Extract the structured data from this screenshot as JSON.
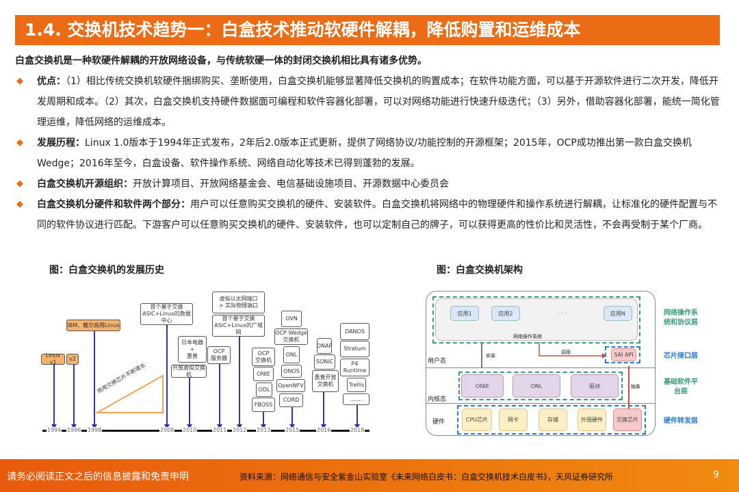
{
  "title": "1.4. 交换机技术趋势一：白盒技术推动软硬件解耦，降低购置和运维成本",
  "intro": "白盒交换机是一种软硬件解耦的开放网络设备，与传统软硬一体的封闭交换机相比具有诸多优势。",
  "bullets": [
    {
      "label": "优点：",
      "text": "（1）相比传统交换机软硬件捆绑购买、垄断使用，白盒交换机能够显著降低交换机的购置成本；在软件功能方面，可以基于开源软件进行二次开发，降低开发周期和成本。（2）其次，白盒交换机支持硬件数据面可编程和软件容器化部署，可以对网络功能进行快速升级迭代；（3）另外，借助容器化部署，能统一简化管理运维，降低网络的运维成本。"
    },
    {
      "label": "发展历程：",
      "text": "Linux 1.0版本于1994年正式发布，2年后2.0版本正式更新，提供了网络协议/功能控制的开源框架；2015年，OCP成功推出第一款白盒交换机Wedge；2016年至今，白盒设备、软件操作系统、网络自动化等技术已得到蓬勃的发展。"
    },
    {
      "label": "白盒交换机开源组织：",
      "text": "开放计算项目、开放网络基金会、电信基础设施项目、开源数据中心委员会"
    },
    {
      "label": "白盒交换机分硬件和软件两个部分：",
      "text": "用户可以任意购买交换机的硬件、安装软件。白盒交换机将网络中的物理硬件和操作系统进行解耦，让标准化的硬件配置与不同的软件协议进行匹配。下游客户可以任意购买交换机的硬件、安装软件，也可以定制自己的牌子，可以获得更高的性价比和灵活性，不会再受制于某个厂商。"
    }
  ],
  "fig1": {
    "caption": "图：白盒交换机的发展历史",
    "years": [
      "1994",
      "1996",
      "1998",
      "2008",
      "2010",
      "2011",
      "2012",
      "2013",
      "2015",
      "2016",
      "2018"
    ],
    "boxes": [
      "Linux v1",
      "v2",
      "IBM、戴尔商用Linux",
      "首个基于交换\nASIC+Linux的数据中心",
      "日本电器\n+\n惠普",
      "开放虚拟交换机",
      "OCP\n服务器",
      "虚拟以太网端口\n> 实际物理端口",
      "首个基于交换\nASIC+Linux的广域网",
      "OCP\n交换机",
      "ONIE",
      "ODL",
      "FBOSS",
      "OVN",
      "OCP Wedge\n交换机",
      "ONL",
      "ONOS",
      "OpenNFV",
      "CORD",
      "ONAP",
      "SONiC",
      "惠普开放\n交换机",
      "DANOS",
      "Stratum",
      "P4 Runtime",
      "Trellis",
      "......."
    ],
    "triangle_label": "商用交换芯片不断增长"
  },
  "fig2": {
    "caption": "图：白盒交换机架构",
    "apps": [
      "应用1",
      "应用2",
      "· · ·",
      "应用N"
    ],
    "nos": "网络操作系统",
    "install": "安装",
    "call": "调用",
    "sai": "SAI API",
    "user": "用户态",
    "kernel": "内核态",
    "hw": "硬件",
    "kernel_items": [
      "ONIE",
      "ONL",
      "驱动"
    ],
    "abstract": "抽象",
    "hw_items": [
      "CPU芯片",
      "网卡",
      "存储",
      "外围硬件",
      "交换芯片"
    ],
    "layers": [
      "网络操作系统和协议层",
      "芯片接口层",
      "基础软件平台层",
      "硬件转发层"
    ]
  },
  "footer": {
    "disclaimer": "请务必阅读正文之后的信息披露和免责申明",
    "source": "资料来源：网络通信与安全紫金山实验室《未来网络白皮书：白盒交换机技术白皮书》，天风证券研究所",
    "page": "9"
  },
  "colors": {
    "accent": "#ec6c16"
  }
}
